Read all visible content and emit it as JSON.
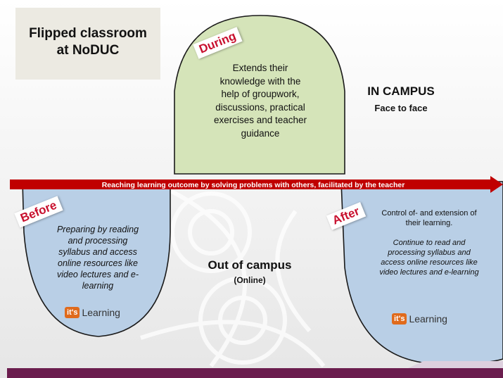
{
  "title": {
    "line1": "Flipped classroom",
    "line2": "at NoDUC"
  },
  "during": {
    "tag": "During",
    "lines": [
      "Extends their",
      "knowledge with the",
      "help of groupwork,",
      "discussions, practical",
      "exercises and teacher",
      "guidance"
    ]
  },
  "in_campus": {
    "title": "IN CAMPUS",
    "subtitle": "Face to face"
  },
  "arrow": {
    "label": "Reaching learning outcome by solving problems with others, facilitated by the teacher"
  },
  "before": {
    "tag": "Before",
    "lines": [
      "Preparing by reading",
      "and processing",
      "syllabus and access",
      "online resources like",
      "video lectures and e-",
      "learning"
    ]
  },
  "after": {
    "tag": "After",
    "lines1": [
      "Control of- and extension of",
      "their learning."
    ],
    "lines2": [
      "Continue to read and",
      "processing syllabus and",
      "access online resources like",
      "video lectures and e-learning"
    ]
  },
  "out_campus": {
    "title": "Out of campus",
    "subtitle": "(Online)"
  },
  "logo": {
    "badge": "it's",
    "word": "Learning",
    "icon": "its-learning-logo"
  },
  "colors": {
    "green": "#d5e4b9",
    "blue": "#b9cfe6",
    "arrow_red": "#c00000",
    "tag_red": "#c8102e",
    "footer_purple": "#6b1d4e"
  }
}
